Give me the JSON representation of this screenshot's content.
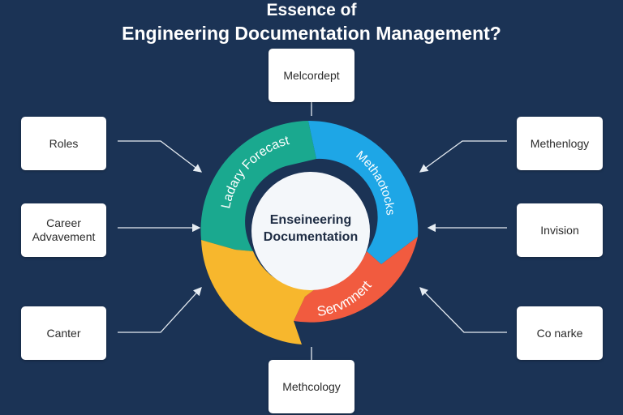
{
  "title": {
    "line1": "Essence of",
    "line2": "Engineering Documentation Management?"
  },
  "center_label": {
    "line1": "Enseineering",
    "line2": "Documentation"
  },
  "segments": {
    "green": {
      "label": "Ladary Forecast",
      "color": "#1aa98f"
    },
    "blue": {
      "label": "Methaotocks",
      "color": "#1ea6e6"
    },
    "red": {
      "label": "Servmnert",
      "color": "#f15b3f"
    },
    "yellow": {
      "label": "",
      "color": "#f7b72d"
    }
  },
  "boxes": {
    "top": "Melcordept",
    "left_top": "Roles",
    "left_mid": "Career Advavement",
    "left_bottom": "Canter",
    "right_top": "Methenlogy",
    "right_mid": "Invision",
    "right_bottom": "Co narke",
    "bottom": "Methcology"
  },
  "colors": {
    "background": "#1b3355",
    "box": "#ffffff",
    "connector": "#e6ecf2"
  }
}
